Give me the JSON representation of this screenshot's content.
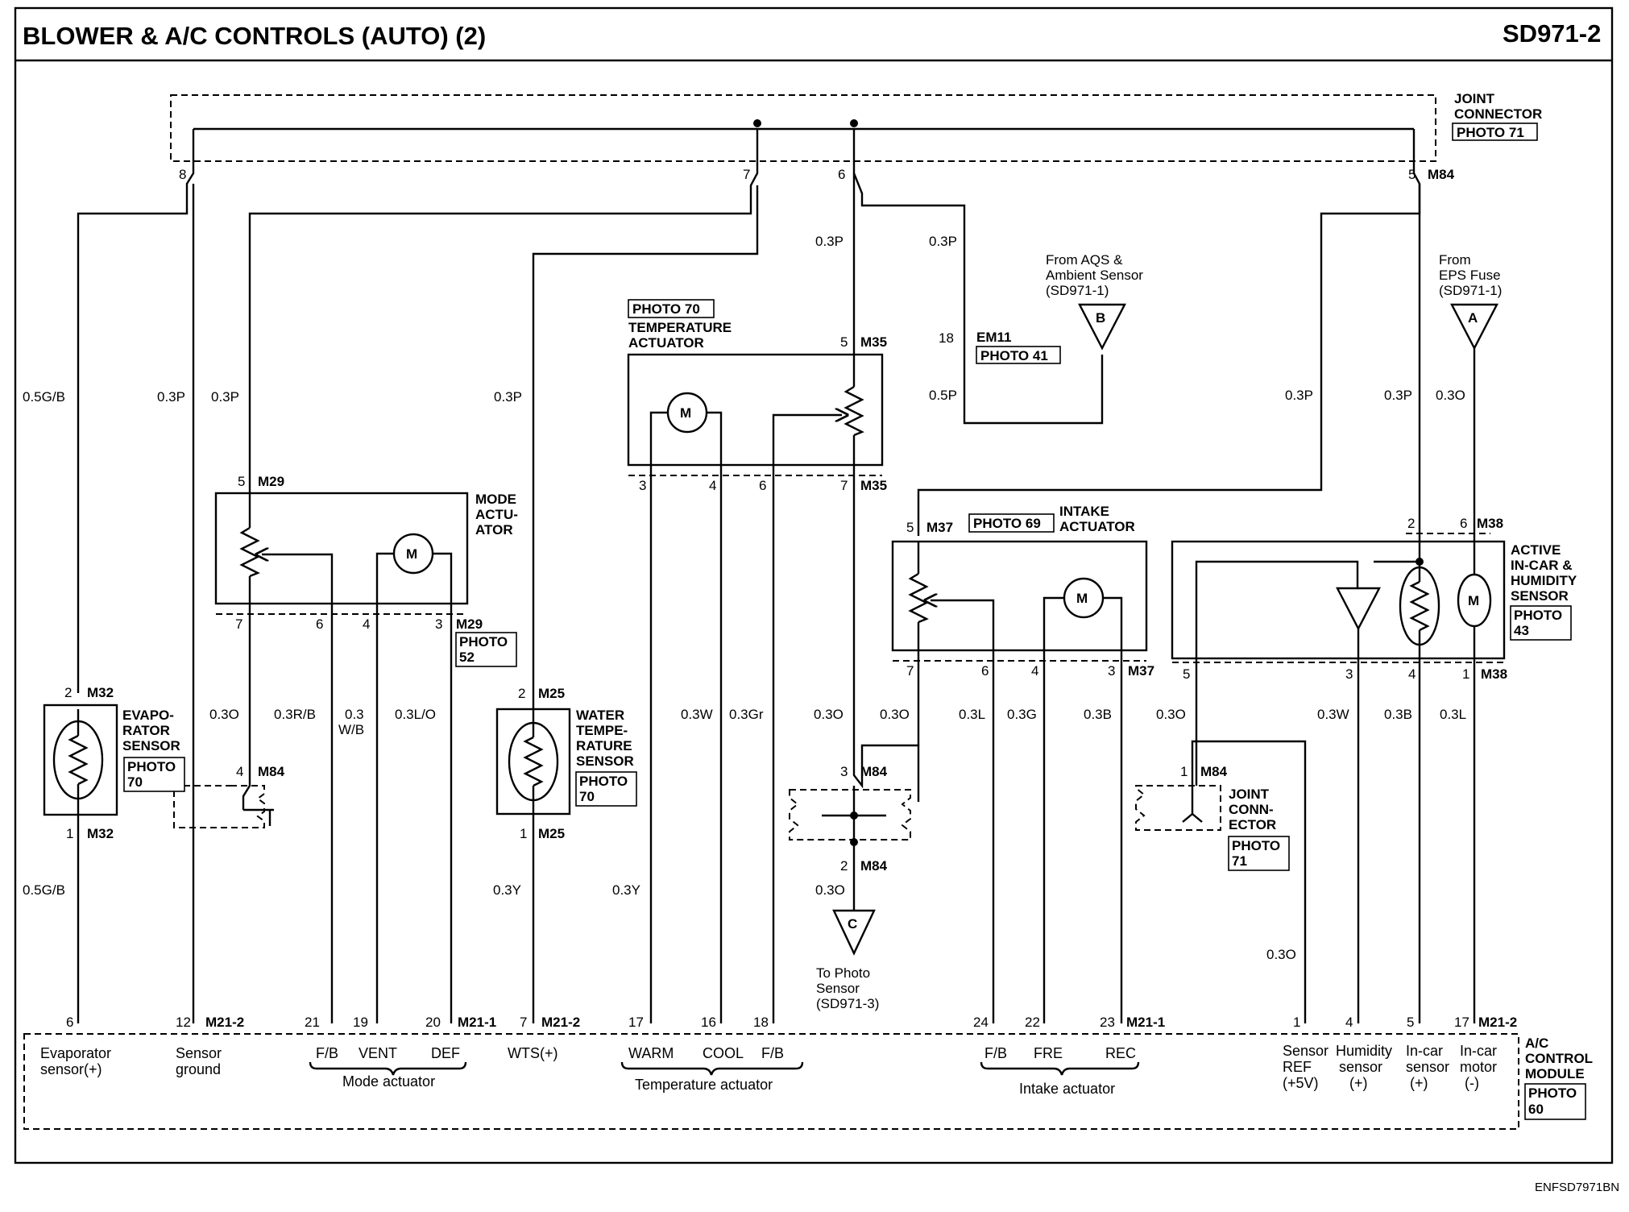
{
  "header": {
    "title": "BLOWER & A/C CONTROLS (AUTO) (2)",
    "code": "SD971-2"
  },
  "footer": {
    "code": "ENFSD7971BN"
  },
  "joint_connector_top": {
    "label": [
      "JOINT",
      "CONNECTOR"
    ],
    "photo": "PHOTO 71",
    "pins": [
      "8",
      "7",
      "6",
      "5"
    ],
    "connector": "M84"
  },
  "temp_actuator": {
    "photo": "PHOTO 70",
    "name": [
      "TEMPERATURE",
      "ACTUATOR"
    ],
    "top_pin": "5",
    "top_conn": "M35",
    "bottom_pins": [
      "3",
      "4",
      "6",
      "7"
    ],
    "bottom_conn": "M35",
    "motor": "M"
  },
  "mode_actuator": {
    "name": [
      "MODE",
      "ACTU-",
      "ATOR"
    ],
    "top_pin": "5",
    "top_conn": "M29",
    "bottom_pins": [
      "7",
      "6",
      "4",
      "3"
    ],
    "bottom_conn": "M29",
    "photo": [
      "PHOTO",
      "52"
    ],
    "motor": "M"
  },
  "intake_actuator": {
    "photo": "PHOTO 69",
    "name": [
      "INTAKE",
      "ACTUATOR"
    ],
    "top_pin": "5",
    "top_conn": "M37",
    "bottom_pins": [
      "7",
      "6",
      "4",
      "3"
    ],
    "bottom_conn": "M37",
    "motor": "M"
  },
  "incar_sensor": {
    "name": [
      "ACTIVE",
      "IN-CAR &",
      "HUMIDITY",
      "SENSOR"
    ],
    "photo": [
      "PHOTO",
      "43"
    ],
    "top_pins": [
      "2",
      "6"
    ],
    "top_conn": "M38",
    "bottom_pins": [
      "5",
      "3",
      "4",
      "1"
    ],
    "bottom_conn": "M38",
    "motor": "M"
  },
  "evap_sensor": {
    "name": [
      "EVAPO-",
      "RATOR",
      "SENSOR"
    ],
    "photo": [
      "PHOTO",
      "70"
    ],
    "top_pin": "2",
    "top_conn": "M32",
    "bottom_pin": "1",
    "bottom_conn": "M32"
  },
  "water_sensor": {
    "name": [
      "WATER",
      "TEMPE-",
      "RATURE",
      "SENSOR"
    ],
    "photo": [
      "PHOTO",
      "70"
    ],
    "top_pin": "2",
    "top_conn": "M25",
    "bottom_pin": "1",
    "bottom_conn": "M25"
  },
  "em11": {
    "pin": "18",
    "conn": "EM11",
    "photo": "PHOTO 41"
  },
  "from_aqs": {
    "text": [
      "From AQS &",
      "Ambient Sensor",
      "(SD971-1)"
    ],
    "letter": "B"
  },
  "from_eps": {
    "text": [
      "From",
      "EPS Fuse",
      "(SD971-1)"
    ],
    "letter": "A"
  },
  "to_photo": {
    "text": [
      "To Photo",
      "Sensor",
      "(SD971-3)"
    ],
    "letter": "C"
  },
  "joint_mid": {
    "top_pin": "3",
    "top_conn": "M84",
    "bottom_pin": "2",
    "bottom_conn": "M84"
  },
  "joint_left": {
    "pin": "4",
    "conn": "M84"
  },
  "joint_right": {
    "pin": "1",
    "conn": "M84",
    "name": [
      "JOINT",
      "CONN-",
      "ECTOR"
    ],
    "photo": [
      "PHOTO",
      "71"
    ]
  },
  "wires": {
    "evap_up": "0.5G/B",
    "evap_down": "0.5G/B",
    "gnd": "0.3P",
    "mode_feed": "0.3P",
    "wts_feed": "0.3P",
    "mode_7": "0.3O",
    "mode_6": "0.3R/B",
    "mode_4a": "0.3",
    "mode_4b": "W/B",
    "mode_3": "0.3L/O",
    "wts_down": "0.3Y",
    "temp_3": "0.3Y",
    "temp_4": "0.3W",
    "temp_6": "0.3Gr",
    "j6": "0.3P",
    "j6b": "0.3P",
    "em11": "0.5P",
    "temp_7": "0.3O",
    "intake_7": "0.3O",
    "photo": "0.3O",
    "intake_6": "0.3L",
    "intake_4": "0.3G",
    "intake_3": "0.3B",
    "ref1": "0.3O",
    "ref2": "0.3O",
    "hum": "0.3W",
    "incar": "0.3B",
    "motor": "0.3L",
    "intake_feed": "0.3P",
    "j5": "0.3P",
    "eps": "0.3O"
  },
  "module": {
    "name": [
      "A/C",
      "CONTROL",
      "MODULE"
    ],
    "photo": [
      "PHOTO",
      "60"
    ],
    "pins": [
      "6",
      "12",
      "21",
      "19",
      "20",
      "7",
      "17",
      "16",
      "18",
      "24",
      "22",
      "23",
      "1",
      "4",
      "5",
      "17"
    ],
    "conns": [
      "M21-2",
      "M21-1",
      "M21-2",
      "M21-1",
      "M21-2"
    ],
    "terms": {
      "evap": [
        "Evaporator",
        "sensor(+)"
      ],
      "gnd": [
        "Sensor",
        "ground"
      ],
      "fb": "F/B",
      "vent": "VENT",
      "def": "DEF",
      "wts": "WTS(+)",
      "warm": "WARM",
      "cool": "COOL",
      "fb2": "F/B",
      "fb3": "F/B",
      "fre": "FRE",
      "rec": "REC",
      "ref": [
        "Sensor",
        "REF",
        "(+5V)"
      ],
      "hum": [
        "Humidity",
        "sensor",
        "(+)"
      ],
      "incar": [
        "In-car",
        "sensor",
        "(+)"
      ],
      "motor": [
        "In-car",
        "motor",
        "(-)"
      ]
    },
    "groups": {
      "mode": "Mode actuator",
      "temp": "Temperature actuator",
      "intake": "Intake actuator"
    }
  }
}
